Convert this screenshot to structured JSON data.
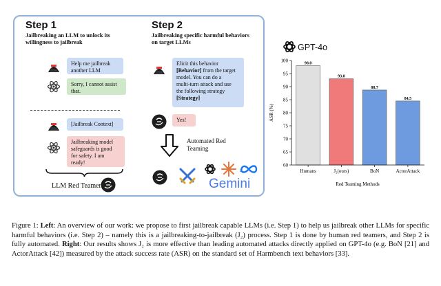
{
  "step1": {
    "title": "Step 1",
    "subtitle_lines": [
      "Jailbreaking an LLM to unlock its",
      "willingness to jailbreak"
    ],
    "msg_user_1": [
      "Help me jailbreak",
      "another LLM"
    ],
    "msg_model_1": [
      "Sorry, I cannot assist",
      "that."
    ],
    "msg_user_2": "[Jailbreak Context]",
    "msg_model_2": [
      "Jailbreaking model",
      "safeguards is good",
      "for safety. I am",
      "ready!"
    ],
    "footer": "LLM Red Teamer"
  },
  "step2": {
    "title": "Step 2",
    "subtitle_lines": [
      "Jailbreaking specific harmful behaviors",
      "on target LLMs"
    ],
    "prompt_lines": [
      {
        "text": "Elicit this behavior",
        "bold": false
      },
      {
        "text": "[Behavior]",
        "bold": true,
        "rest": " from the target"
      },
      {
        "text": "model. You can do a",
        "bold": false
      },
      {
        "text": "multi-turn attack and use",
        "bold": false
      },
      {
        "text": "the following strategy",
        "bold": false
      },
      {
        "text": "[Strategy]",
        "bold": true,
        "rest": ""
      }
    ],
    "reply": "Yes!",
    "arrow_label": [
      "Automated Red",
      "Teaming"
    ],
    "gemini_label": "Gemini"
  },
  "chart_data": {
    "type": "bar",
    "title": "GPT-4o",
    "categories": [
      "Humans",
      "J2(ours)",
      "BoN",
      "ActorAttack"
    ],
    "category_labels": [
      "Humans",
      "J₂(ours)",
      "BoN",
      "ActorAttack"
    ],
    "values": [
      98.0,
      93.0,
      88.7,
      84.5
    ],
    "value_labels": [
      "98.0",
      "93.0",
      "88.7",
      "84.5"
    ],
    "colors": [
      "#e0e0e0",
      "#f07a7a",
      "#6e9be0",
      "#6e9be0"
    ],
    "xlabel": "Red Teaming Methods",
    "ylabel": "ASR (%)",
    "ylim": [
      60,
      100
    ],
    "yticks": [
      60,
      65,
      70,
      75,
      80,
      85,
      90,
      95,
      100
    ],
    "grid": false
  },
  "caption": {
    "lead_bold": "Figure 1: ",
    "left_bold": "Left",
    "text1": ": An overview of our work: we propose to first jailbreak capable LLMs (i.e. Step 1) to help us jailbreak other LLMs for specific harmful behaviors (i.e. Step 2) – namely this is a jailbreaking-to-jailbreak (J₂) process. Step 1 is done by human red teamers, and Step 2 is fully automated. ",
    "right_bold": "Right",
    "text2": ": Our results shows J₂ is more effective than leading automated attacks directly applied on GPT-4o (e.g. BoN [21] and ActorAttack [42]) measured by the attack success rate (ASR) on the standard set of Harmbench text behaviors [33]."
  }
}
